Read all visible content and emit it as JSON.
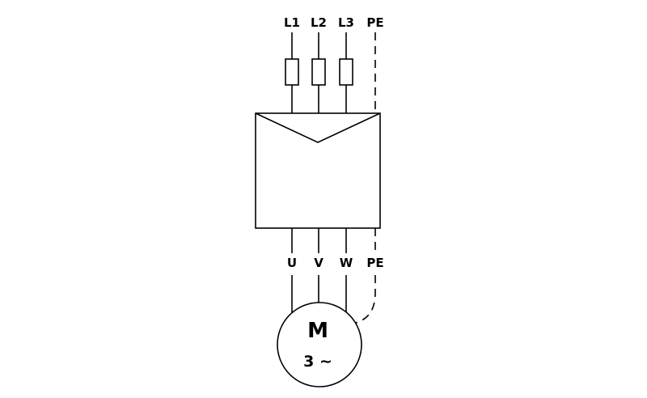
{
  "diagram": {
    "type": "wiring-diagram",
    "description": "Three-phase motor supply wiring diagram with fuses, converter box and motor",
    "top_terminals": [
      "L1",
      "L2",
      "L3",
      "PE"
    ],
    "bottom_terminals": [
      "U",
      "V",
      "W",
      "PE"
    ],
    "motor": {
      "letter": "M",
      "phase": "3 ∼"
    },
    "colors": {
      "line": "#000000",
      "background": "#ffffff"
    }
  }
}
